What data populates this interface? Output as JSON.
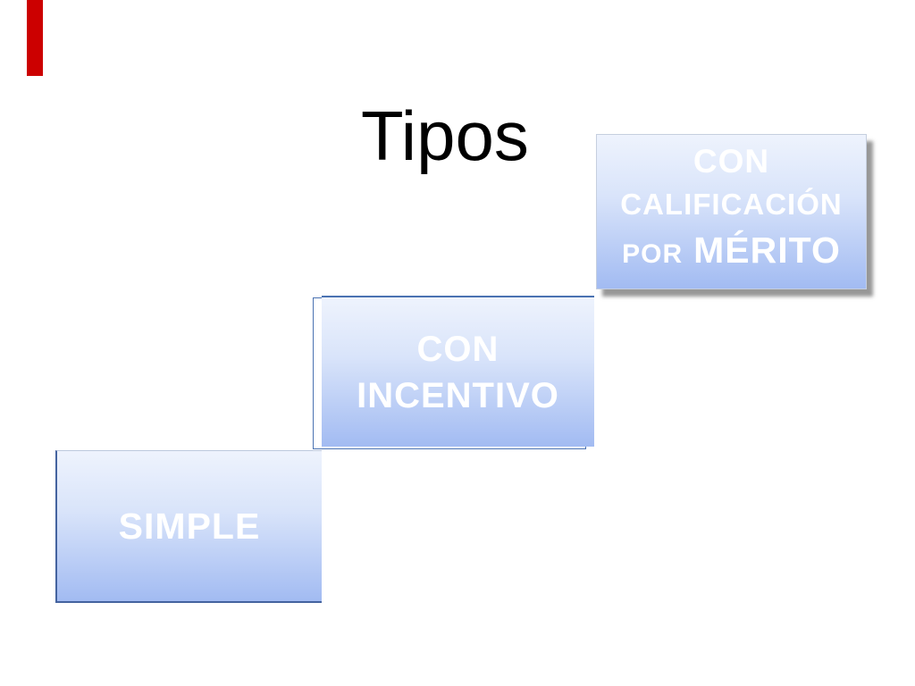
{
  "slide": {
    "title": "Tipos",
    "boxes": {
      "simple": {
        "label": "SIMPLE"
      },
      "incentivo": {
        "line1": "CON",
        "line2": "INCENTIVO"
      },
      "calificacion": {
        "line1": "CON",
        "line2": "CALIFICACIÓN",
        "line3_prefix": "POR",
        "line3_emphasis": "MÉRITO"
      }
    },
    "colors": {
      "accent_bar": "#cc0000",
      "box_gradient_top": "#eef3fd",
      "box_gradient_bottom": "#a2bbf2",
      "outline_blue": "#4a72b2",
      "box_border_light": "#c6cfdf",
      "shadow_gray": "#7a7a7a",
      "title_text": "#000000",
      "box_text": "#ffffff"
    }
  }
}
